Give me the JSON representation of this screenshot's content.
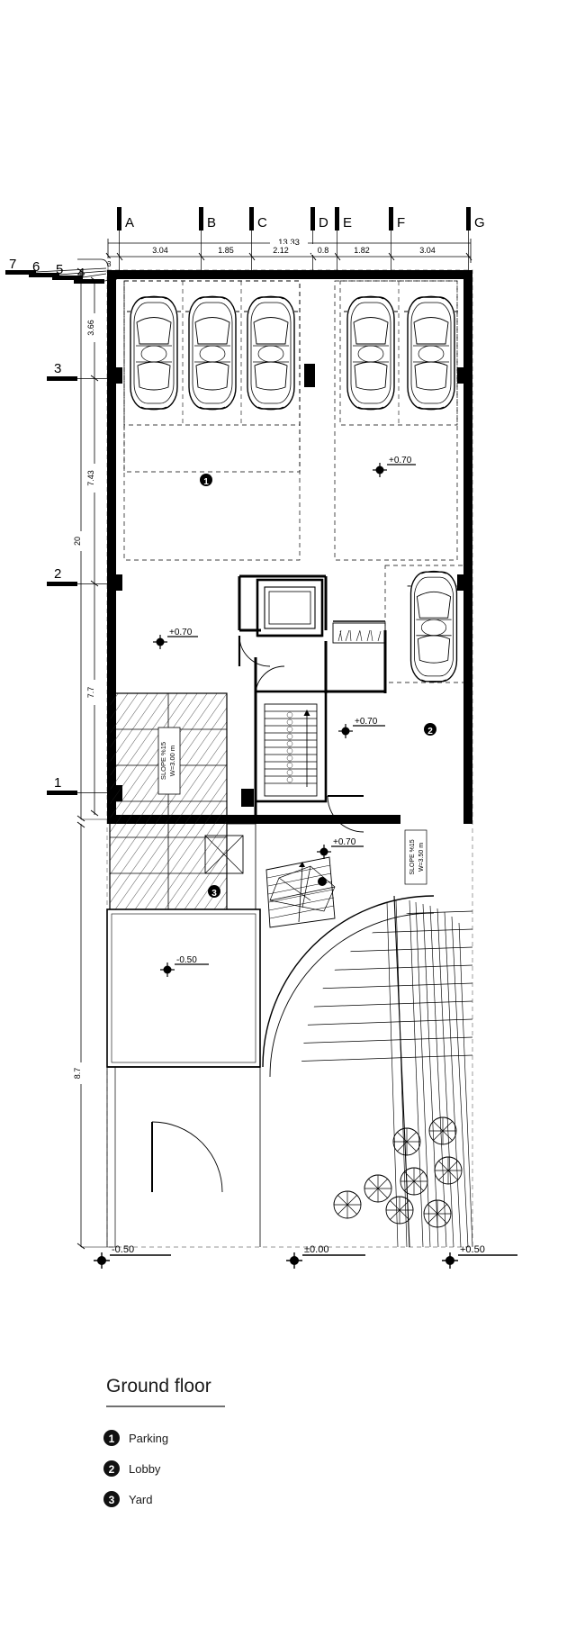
{
  "drawing": {
    "type": "architectural-floor-plan",
    "title": "Ground floor",
    "scale_units": "meters"
  },
  "grid": {
    "vertical_axes": [
      "A",
      "B",
      "C",
      "D",
      "E",
      "F",
      "G"
    ],
    "horizontal_axes": [
      "7",
      "6",
      "5",
      "4",
      "3",
      "2",
      "1"
    ]
  },
  "dimensions": {
    "top_overall": "13.33",
    "top_chain": [
      "3.04",
      "1.85",
      "2.12",
      "0.8",
      "1.82",
      "3.04"
    ],
    "top_left_stub": "3",
    "left_overall": "20",
    "left_chain": [
      "3.66",
      "7.43",
      "7.7"
    ],
    "left_lower": "8.7"
  },
  "levels": {
    "parking_left": "+0.70",
    "parking_right": "+0.70",
    "lobby_left": "+0.70",
    "lobby_right": "+0.70",
    "yard": "+0.70",
    "sunken": "-0.50",
    "bottom_markers": [
      "-0.50",
      "±0.00",
      "+0.50"
    ]
  },
  "annotations": {
    "ramp_left_line1": "SLOPE  %15",
    "ramp_left_line2": "W=3.00 m",
    "ramp_curved_line1": "SLOPE  %15",
    "ramp_curved_line2": "W=3.50 m"
  },
  "rooms": [
    {
      "marker": "1",
      "label": "Parking"
    },
    {
      "marker": "2",
      "label": "Lobby"
    },
    {
      "marker": "3",
      "label": "Yard"
    }
  ],
  "legend": {
    "title": "Ground floor",
    "items": [
      {
        "number": "1",
        "label": "Parking"
      },
      {
        "number": "2",
        "label": "Lobby"
      },
      {
        "number": "3",
        "label": "Yard"
      }
    ]
  },
  "colors": {
    "ink": "#000000",
    "paper": "#ffffff",
    "thin": "#1a1a1a",
    "hatch": "#222222"
  }
}
